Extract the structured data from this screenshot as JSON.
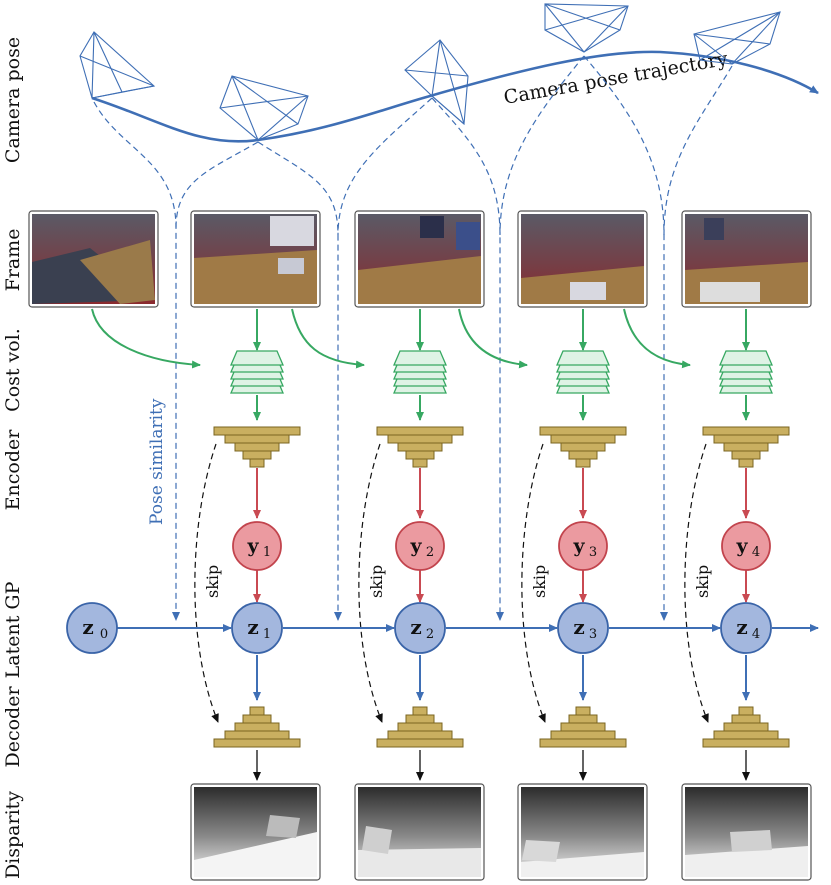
{
  "row_labels": {
    "camera_pose": "Camera pose",
    "frame": "Frame",
    "cost_volume": "Cost vol.",
    "encoder": "Encoder",
    "latent_gp": "Latent GP",
    "decoder": "Decoder",
    "disparity": "Disparity"
  },
  "trajectory_label": "Camera pose trajectory",
  "pose_similarity_label": "Pose similarity",
  "skip_label": "skip",
  "z0": {
    "symbol": "z",
    "subscript": "0"
  },
  "columns": [
    {
      "y_symbol": "y",
      "y_sub": "1",
      "z_symbol": "z",
      "z_sub": "1"
    },
    {
      "y_symbol": "y",
      "y_sub": "2",
      "z_symbol": "z",
      "z_sub": "2"
    },
    {
      "y_symbol": "y",
      "y_sub": "3",
      "z_symbol": "z",
      "z_sub": "3"
    },
    {
      "y_symbol": "y",
      "y_sub": "4",
      "z_symbol": "z",
      "z_sub": "4"
    }
  ],
  "colors": {
    "pose_blue": "#3f6fb5",
    "gp_node_fill": "#a3b7de",
    "gp_node_stroke": "#3a64a8",
    "obs_node_fill": "#eb9aa0",
    "obs_node_stroke": "#c2444d",
    "red_arrow": "#c94a52",
    "green": "#37a862",
    "green_fill": "#dff3e5",
    "gold_fill": "#c9af60",
    "gold_stroke": "#7a6420",
    "black": "#111111"
  }
}
